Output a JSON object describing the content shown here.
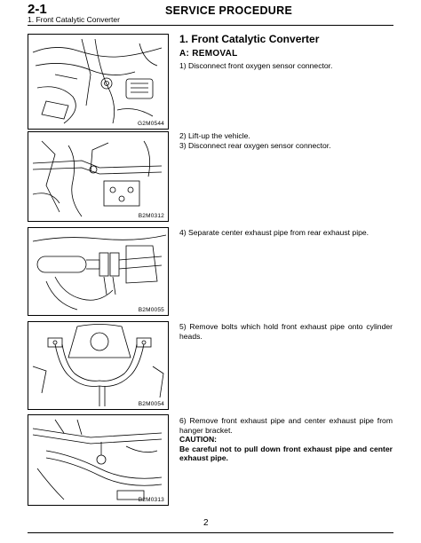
{
  "header": {
    "section_number": "2-1",
    "section_subtitle": "1. Front Catalytic Converter",
    "procedure_title": "SERVICE PROCEDURE"
  },
  "main": {
    "title": "1.  Front Catalytic Converter",
    "subtitle": "A:  REMOVAL",
    "blocks": [
      {
        "figure_code": "G2M0544",
        "steps": [
          "1)  Disconnect front oxygen sensor connector."
        ]
      },
      {
        "figure_code": "B2M0312",
        "steps": [
          "2)  Lift-up the vehicle.",
          "3)  Disconnect rear oxygen sensor connector."
        ]
      },
      {
        "figure_code": "B2M0055",
        "steps": [
          "4)  Separate center exhaust pipe from rear exhaust pipe."
        ]
      },
      {
        "figure_code": "B2M0054",
        "steps": [
          "5)  Remove bolts which hold front exhaust pipe onto cylinder heads."
        ]
      },
      {
        "figure_code": "B2M0313",
        "steps": [
          "6)  Remove front exhaust pipe and center exhaust pipe from hanger bracket."
        ],
        "caution_label": "CAUTION:",
        "caution_text": "Be careful not to pull down front exhaust pipe and center exhaust pipe."
      }
    ]
  },
  "footer": {
    "page_number": "2"
  }
}
